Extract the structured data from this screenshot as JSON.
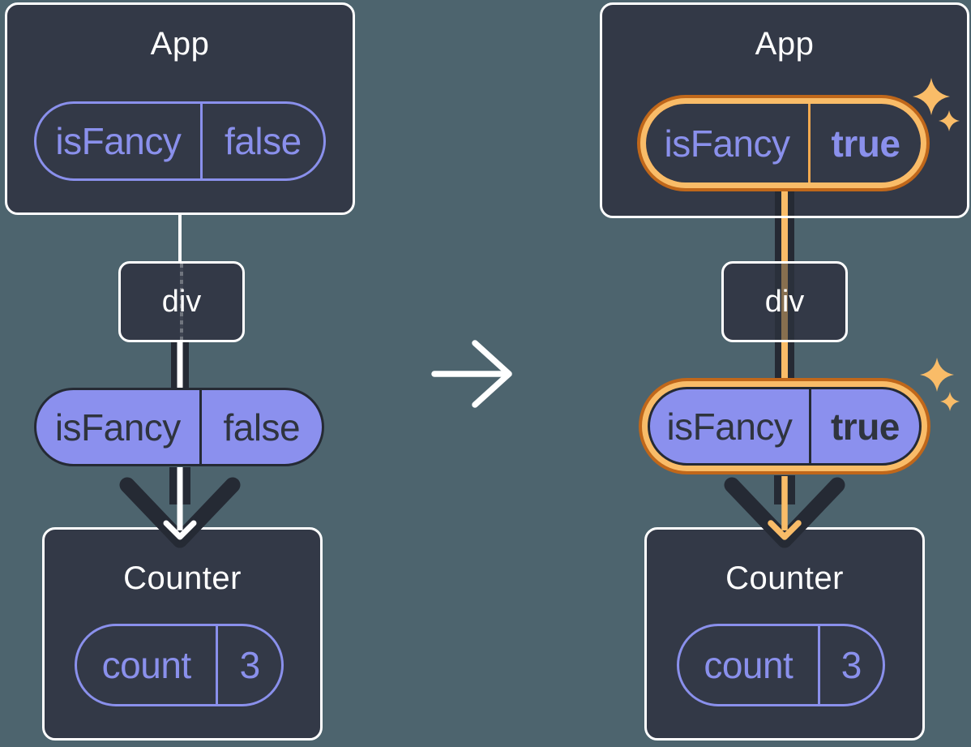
{
  "diagram": {
    "before": {
      "app": {
        "title": "App",
        "prop_name": "isFancy",
        "prop_value": "false"
      },
      "div_label": "div",
      "passed_prop": {
        "name": "isFancy",
        "value": "false"
      },
      "counter": {
        "title": "Counter",
        "state_name": "count",
        "state_value": "3"
      }
    },
    "after": {
      "app": {
        "title": "App",
        "prop_name": "isFancy",
        "prop_value": "true"
      },
      "div_label": "div",
      "passed_prop": {
        "name": "isFancy",
        "value": "true"
      },
      "counter": {
        "title": "Counter",
        "state_name": "count",
        "state_value": "3"
      }
    },
    "icons": {
      "transition_arrow": "right-arrow",
      "highlight_sparkles": "sparkles"
    },
    "colors": {
      "background": "#4D646E",
      "node_fill": "#333947",
      "node_border": "#FFFFFF",
      "accent_purple": "#8A90EC",
      "pill_fill_purple": "#8B90EE",
      "stroke_dark": "#252A34",
      "text_dark": "#2F343E",
      "highlight_orange": "#F9BC68",
      "highlight_orange_dark": "#C0671A"
    }
  }
}
